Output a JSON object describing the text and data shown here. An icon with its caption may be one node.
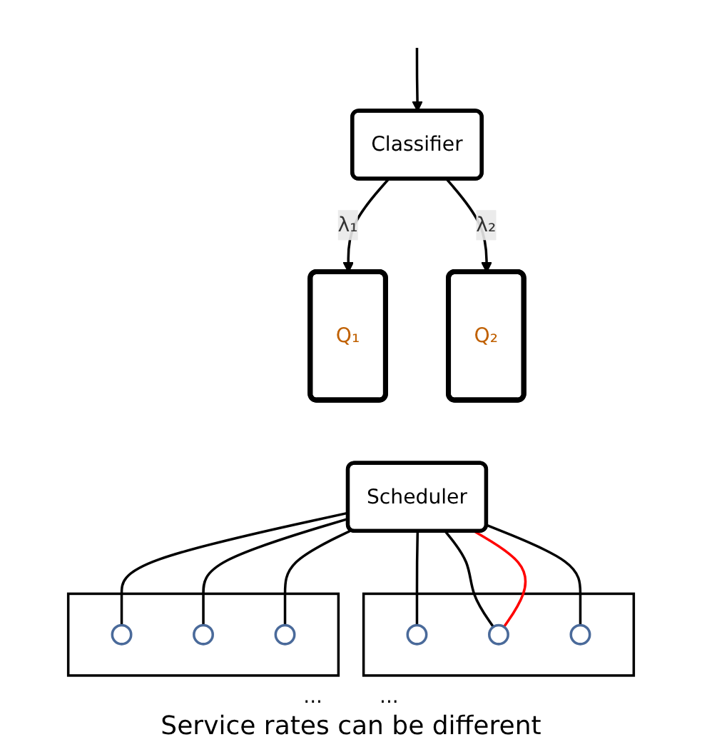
{
  "diagram": {
    "caption": "Service rates can be different",
    "nodes": [
      {
        "text": [
          "Classifier"
        ]
      },
      {
        "text": [
          "Q₁"
        ]
      },
      {
        "text": [
          "Q₂"
        ]
      },
      {
        "text": [
          "Scheduler"
        ]
      },
      {
        "text": [],
        "shape": "box"
      },
      {
        "text": [],
        "shape": "circle",
        "in": 4
      },
      {
        "text": [],
        "shape": "circle",
        "in": 4
      },
      {
        "text": [],
        "shape": "circle",
        "in": 4
      },
      {
        "text": [],
        "shape": "box"
      },
      {
        "text": [],
        "shape": "circle",
        "in": 8
      },
      {
        "text": [],
        "shape": "circle",
        "in": 8
      },
      {
        "text": [],
        "shape": "circle",
        "in": 8
      }
    ],
    "edges": [
      {
        "from": null,
        "to": 0,
        "arrow": "to"
      },
      {
        "from": 0,
        "to": 1,
        "arrow": "to",
        "label": "λ₁"
      },
      {
        "from": 0,
        "to": 2,
        "arrow": "to",
        "label": "λ₂"
      },
      {
        "from": 3,
        "to": 5,
        "arrow": "none"
      },
      {
        "from": 3,
        "to": 6,
        "arrow": "none"
      },
      {
        "from": 3,
        "to": 7,
        "arrow": "none"
      },
      {
        "from": 3,
        "to": 9,
        "arrow": "none"
      },
      {
        "from": 3,
        "to": 10,
        "arrow": "none"
      },
      {
        "from": 3,
        "to": 11,
        "arrow": "none"
      },
      {
        "from": 3,
        "to": 6,
        "arrow": "none",
        "color": "#ff0000"
      }
    ],
    "labels": [
      "...",
      "..."
    ]
  }
}
